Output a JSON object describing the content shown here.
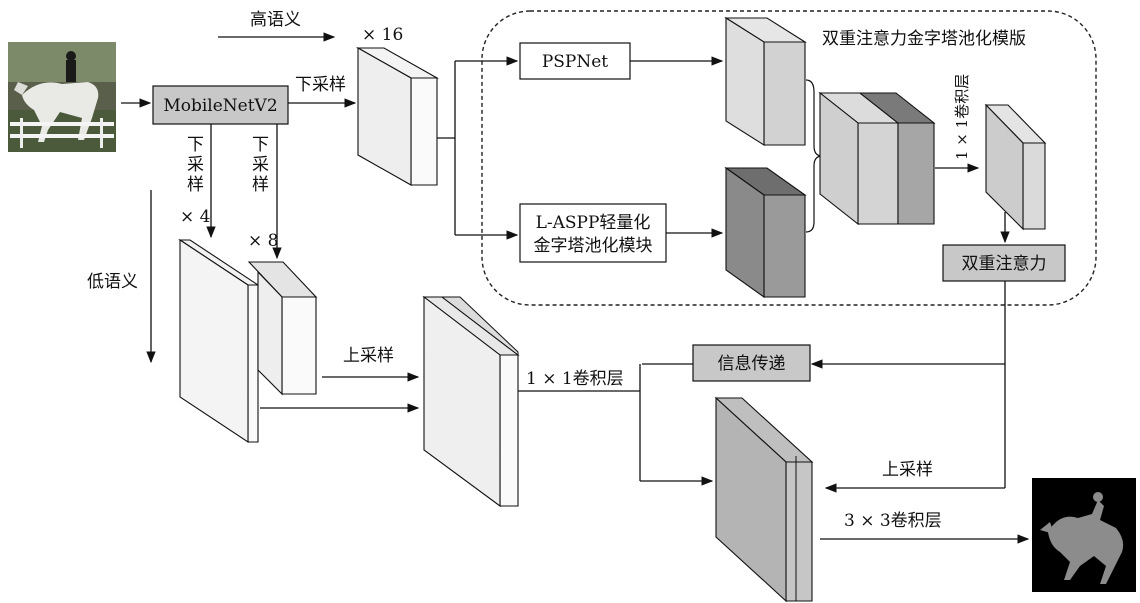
{
  "labels": {
    "high_semantic": "高语义",
    "low_semantic": "低语义",
    "x16": "× 16",
    "x4": "× 4",
    "x8": "× 8",
    "downsample": "下采样",
    "downsample_v1": [
      "下",
      "采",
      "样"
    ],
    "downsample_v2": [
      "下",
      "采",
      "样"
    ],
    "mobilenet": "MobileNetV2",
    "pspnet": "PSPNet",
    "laspp_line1": "L-ASPP轻量化",
    "laspp_line2": "金字塔池化模块",
    "module_title": "双重注意力金字塔池化模版",
    "conv1x1_vertical": "1 × 1卷积层",
    "dual_attention": "双重注意力",
    "info_transfer": "信息传递",
    "upsample_left": "上采样",
    "conv1x1": "1 × 1卷积层",
    "upsample_right": "上采样",
    "conv3x3": "3 × 3卷积层"
  },
  "colors": {
    "box_fill": "#c8c8c8",
    "cube_light": "#f2f2f2",
    "cube_pale": "#dcdcdc",
    "cube_mid": "#b8b8b8",
    "cube_dark": "#8a8a8a",
    "stroke": "#111111"
  }
}
